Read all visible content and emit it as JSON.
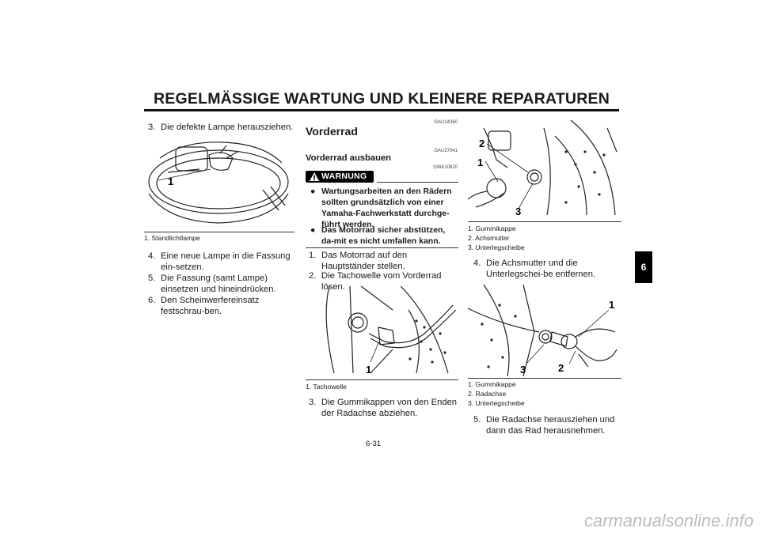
{
  "header": {
    "title": "REGELMÄSSIGE WARTUNG UND KLEINERE REPARATUREN"
  },
  "tab": {
    "label": "6"
  },
  "page": {
    "number": "6-31"
  },
  "col1": {
    "step3": {
      "num": "3.",
      "text": "Die defekte Lampe herausziehen."
    },
    "fig_label": "1",
    "caption1": "1. Standlichtlampe",
    "steps": [
      {
        "num": "4.",
        "text": "Eine neue Lampe in die Fassung ein-setzen."
      },
      {
        "num": "5.",
        "text": "Die Fassung (samt Lampe) einsetzen und hineindrücken."
      },
      {
        "num": "6.",
        "text": "Den Scheinwerfereinsatz festschrau-ben."
      }
    ]
  },
  "col2": {
    "code1": "GAU24360",
    "heading": "Vorderrad",
    "code2": "GAU37041",
    "subheading": "Vorderrad ausbauen",
    "code3": "GWA10820",
    "warning_label": "WARNUNG",
    "warnings": [
      "Wartungsarbeiten an den Rädern sollten grundsätzlich von einer Yamaha-Fachwerkstatt durchge-führt werden.",
      "Das Motorrad sicher abstützen, da-mit es nicht umfallen kann."
    ],
    "steps": [
      {
        "num": "1.",
        "text": "Das Motorrad auf den Hauptständer stellen."
      },
      {
        "num": "2.",
        "text": "Die Tachowelle vom Vorderrad lösen."
      }
    ],
    "fig_label": "1",
    "caption1": "1. Tachowelle",
    "step3": {
      "num": "3.",
      "text": "Die Gummikappen von den Enden der Radachse abziehen."
    }
  },
  "col3": {
    "fig1_labels": [
      "1",
      "2",
      "3"
    ],
    "captions1": [
      "1. Gummikappe",
      "2. Achsmutter",
      "3. Unterlegscheibe"
    ],
    "step4": {
      "num": "4.",
      "text": "Die Achsmutter und die Unterlegschei-be entfernen."
    },
    "fig2_labels": [
      "1",
      "2",
      "3"
    ],
    "captions2": [
      "1. Gummikappe",
      "2. Radachse",
      "3. Unterlegscheibe"
    ],
    "step5": {
      "num": "5.",
      "text": "Die Radachse herausziehen und dann das Rad herausnehmen."
    }
  },
  "footer": {
    "watermark": "carmanualsonline.info"
  }
}
